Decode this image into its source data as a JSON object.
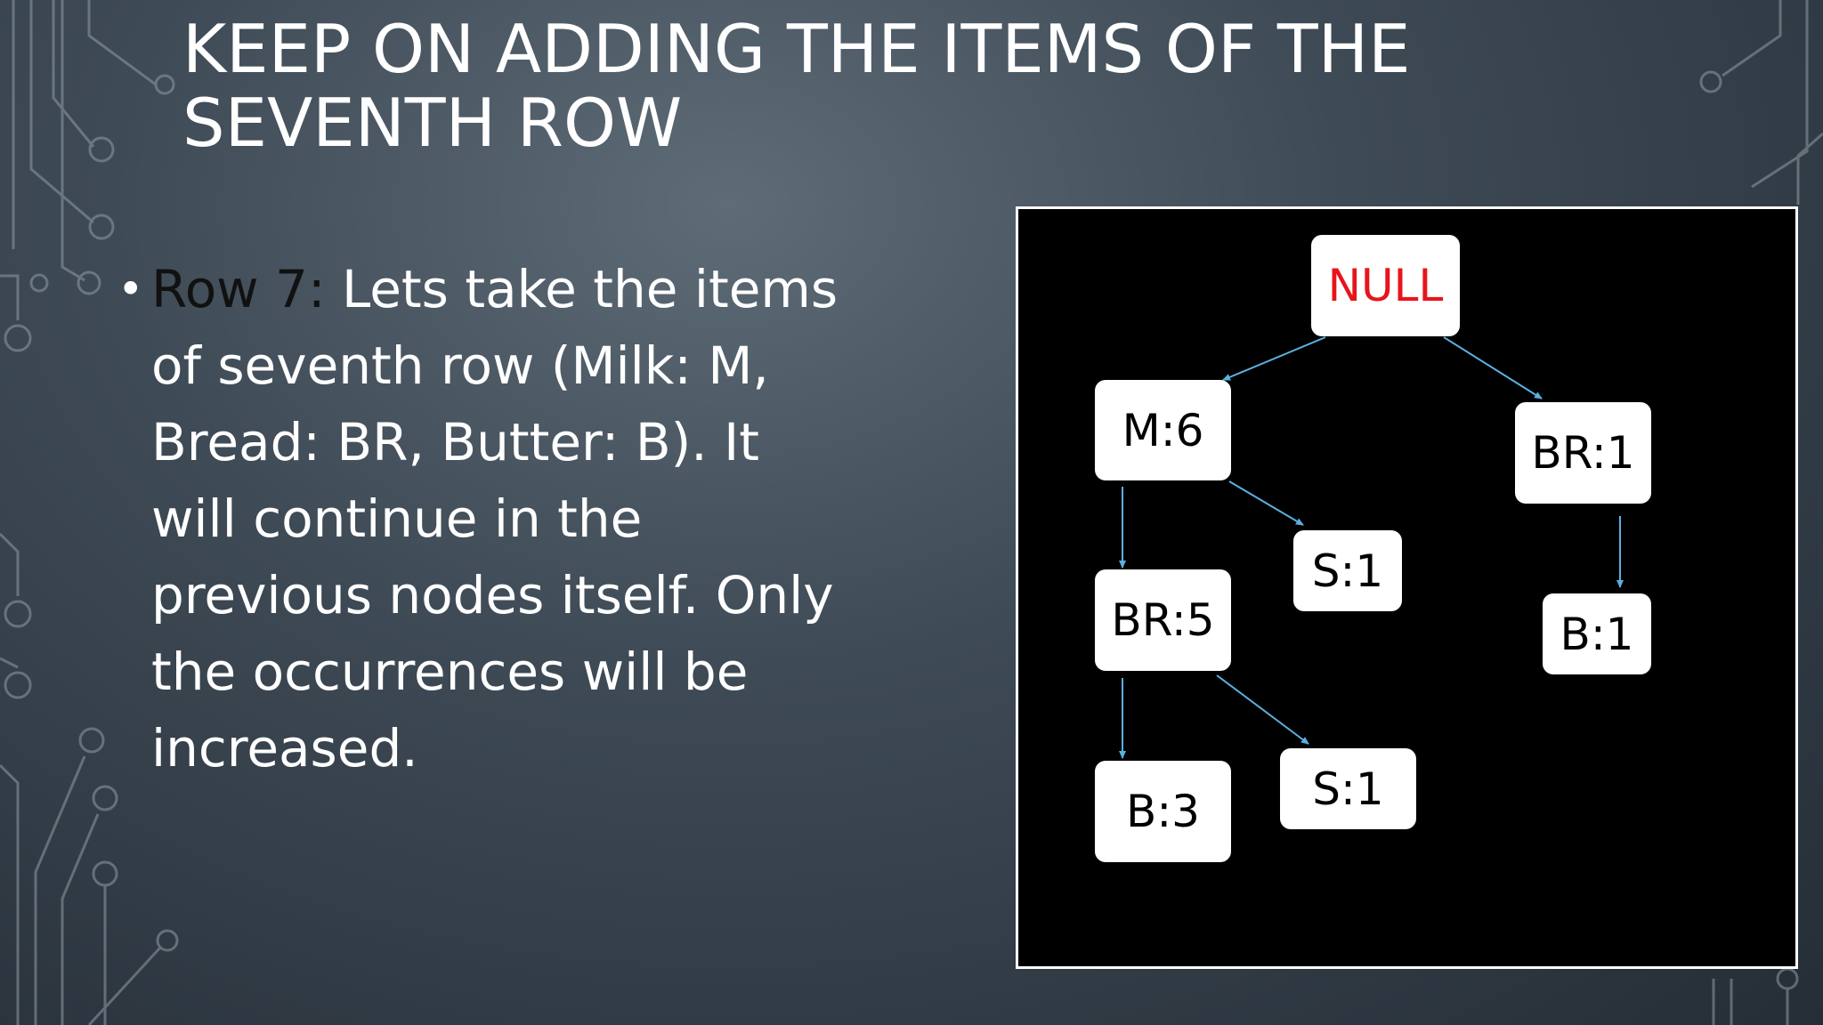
{
  "slide": {
    "title": "KEEP ON ADDING THE ITEMS OF THE SEVENTH ROW",
    "bullet": {
      "label": "Row 7",
      "colon": ":",
      "text": " Lets take the items of seventh row (Milk: M, Bread: BR, Butter: B). It will continue in the previous nodes itself. Only the occurrences will be increased."
    }
  },
  "diagram": {
    "nodes": {
      "root": "NULL",
      "m": "M:6",
      "br_right": "BR:1",
      "s_m": "S:1",
      "br_m": "BR:5",
      "b_right": "B:1",
      "b_br": "B:3",
      "s_br": "S:1"
    },
    "colors": {
      "root_text": "#e8141b",
      "edge": "#5bb0e0",
      "panel_bg": "#000000",
      "node_bg": "#ffffff"
    }
  }
}
